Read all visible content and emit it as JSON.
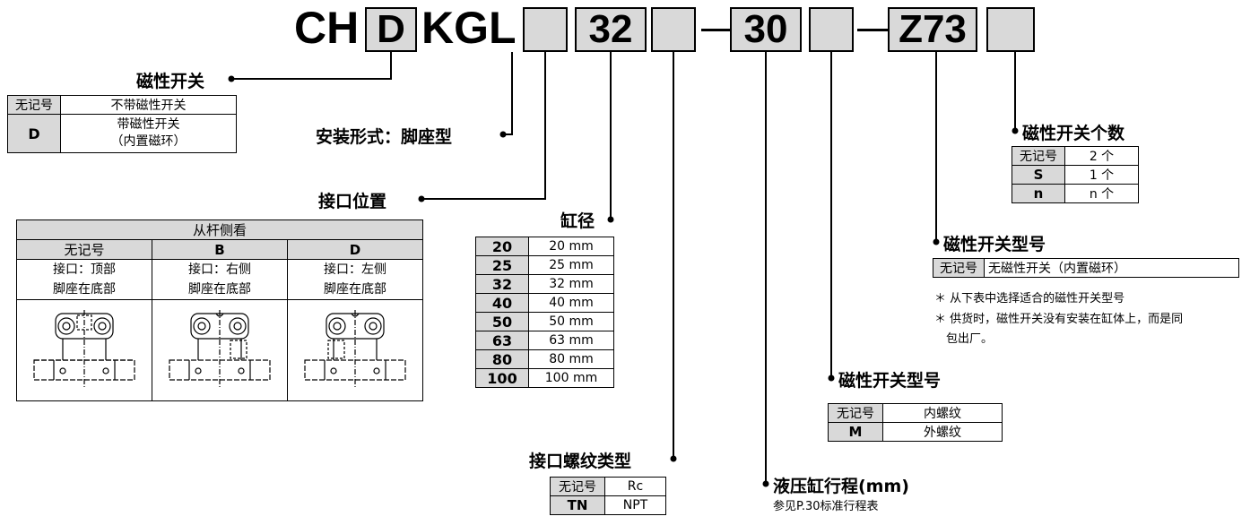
{
  "code": {
    "prefix": "CH",
    "box_d": "D",
    "mid": "KGL",
    "box_bore": "32",
    "dash1": "-",
    "box_stroke": "30",
    "dash2": "-",
    "box_switch": "Z73"
  },
  "magnetic_switch": {
    "title": "磁性开关",
    "rows": [
      {
        "code": "无记号",
        "desc": "不带磁性开关"
      },
      {
        "code": "D",
        "desc": "带磁性开关\n（内置磁环）"
      }
    ]
  },
  "mounting": {
    "title": "安装形式：脚座型"
  },
  "port_position": {
    "title": "接口位置",
    "table_header": "从杆侧看",
    "columns": [
      {
        "code": "无记号",
        "line1": "接口：顶部",
        "line2": "脚座在底部"
      },
      {
        "code": "B",
        "line1": "接口：右侧",
        "line2": "脚座在底部"
      },
      {
        "code": "D",
        "line1": "接口：左侧",
        "line2": "脚座在底部"
      }
    ]
  },
  "bore": {
    "title": "缸径",
    "rows": [
      {
        "code": "20",
        "value": "20 mm"
      },
      {
        "code": "25",
        "value": "25 mm"
      },
      {
        "code": "32",
        "value": "32 mm"
      },
      {
        "code": "40",
        "value": "40 mm"
      },
      {
        "code": "50",
        "value": "50 mm"
      },
      {
        "code": "63",
        "value": "63 mm"
      },
      {
        "code": "80",
        "value": "80 mm"
      },
      {
        "code": "100",
        "value": "100 mm"
      }
    ]
  },
  "port_thread": {
    "title": "接口螺纹类型",
    "rows": [
      {
        "code": "无记号",
        "value": "Rc"
      },
      {
        "code": "TN",
        "value": "NPT"
      }
    ]
  },
  "stroke": {
    "title": "液压缸行程(mm)",
    "note": "参见P.30标准行程表"
  },
  "switch_model_rod": {
    "title": "磁性开关型号",
    "rows": [
      {
        "code": "无记号",
        "value": "内螺纹"
      },
      {
        "code": "M",
        "value": "外螺纹"
      }
    ]
  },
  "switch_model": {
    "title": "磁性开关型号",
    "row": {
      "code": "无记号",
      "value": "无磁性开关（内置磁环）"
    },
    "note1": "＊ 从下表中选择适合的磁性开关型号",
    "note2": "＊ 供货时，磁性开关没有安装在缸体上，而是同",
    "note3": "包出厂。"
  },
  "switch_count": {
    "title": "磁性开关个数",
    "rows": [
      {
        "code": "无记号",
        "value": "2 个"
      },
      {
        "code": "S",
        "value": "1 个"
      },
      {
        "code": "n",
        "value": "n 个"
      }
    ]
  }
}
